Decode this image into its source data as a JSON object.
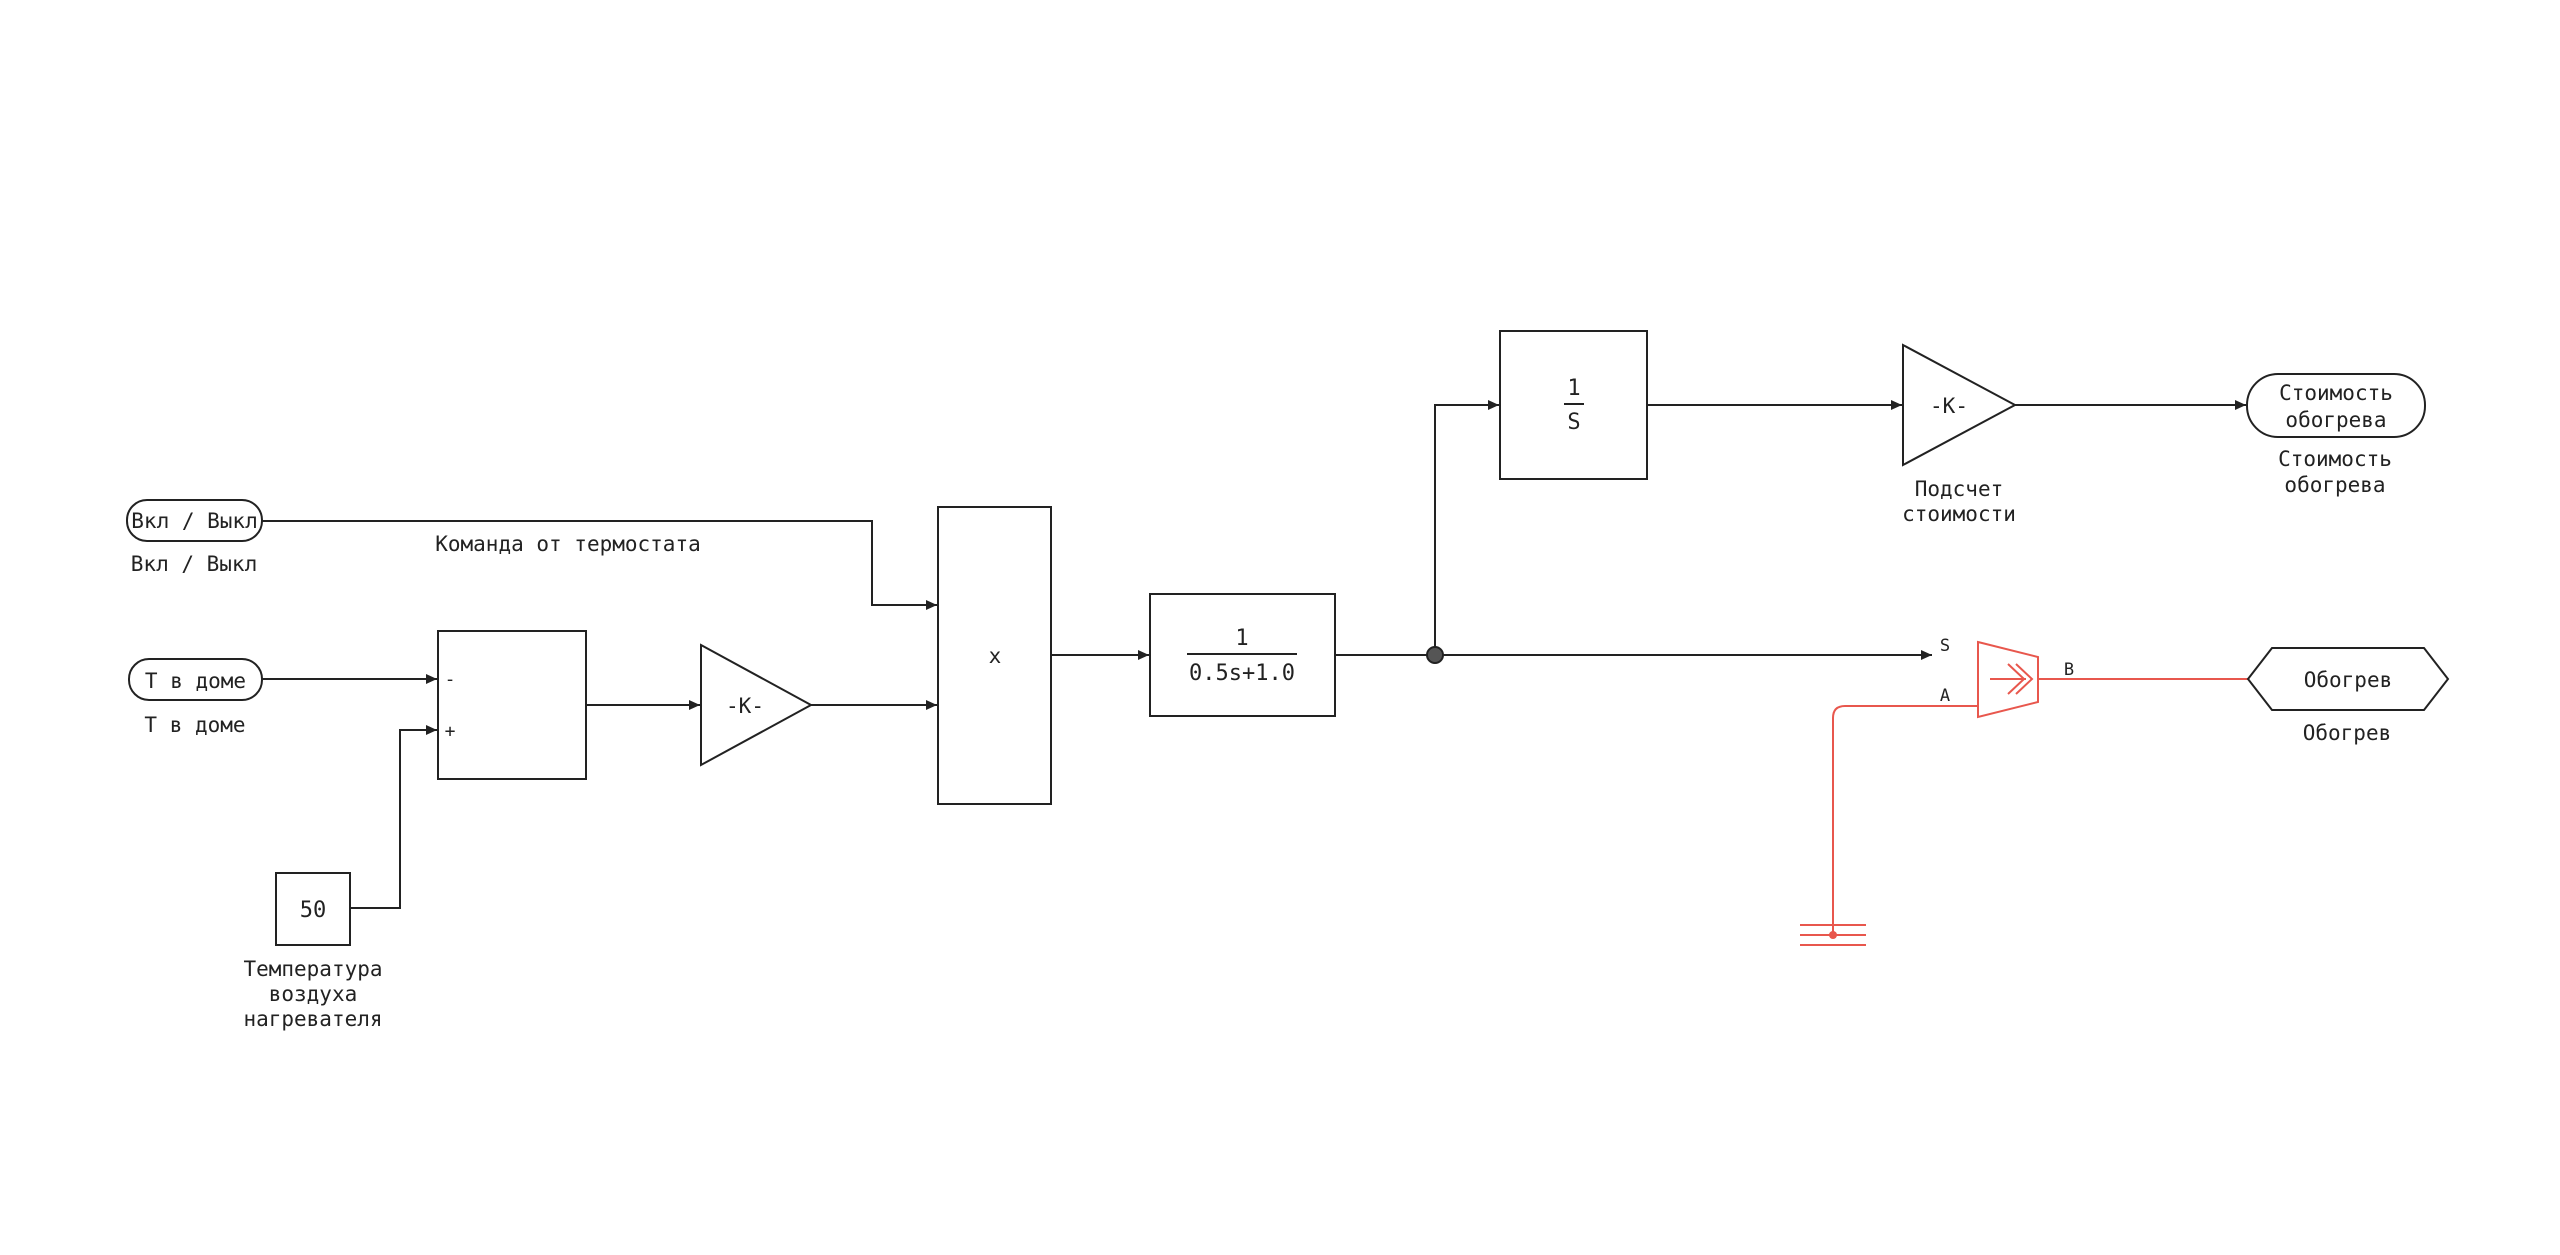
{
  "diagram": {
    "inports": {
      "onoff": {
        "text": "Вкл / Выкл",
        "caption": "Вкл / Выкл"
      },
      "thouse": {
        "text": "T в доме",
        "caption": "T в доме"
      }
    },
    "signal_label": "Команда от термостата",
    "sum_block": {
      "minus": "-",
      "plus": "+"
    },
    "constant": {
      "value": "50",
      "caption": [
        "Температура",
        "воздуха",
        "нагревателя"
      ]
    },
    "gain1": {
      "text": "-K-"
    },
    "product": {
      "text": "x"
    },
    "transfer_fn": {
      "numerator": "1",
      "denominator": "0.5s+1.0"
    },
    "integrator": {
      "numerator": "1",
      "denominator": "S"
    },
    "gain2": {
      "text": "-K-",
      "caption": [
        "Подсчет",
        "стоимости"
      ]
    },
    "outport_cost": {
      "text": [
        "Стоимость",
        "обогрева"
      ],
      "caption": [
        "Стоимость",
        "обогрева"
      ]
    },
    "converter": {
      "port_s": "S",
      "port_a": "A",
      "port_b": "B"
    },
    "goto_heat": {
      "text": "Обогрев",
      "caption": "Обогрев"
    },
    "colors": {
      "signal": "#222222",
      "electrical": "#e8574d",
      "junction": "#555555"
    }
  }
}
